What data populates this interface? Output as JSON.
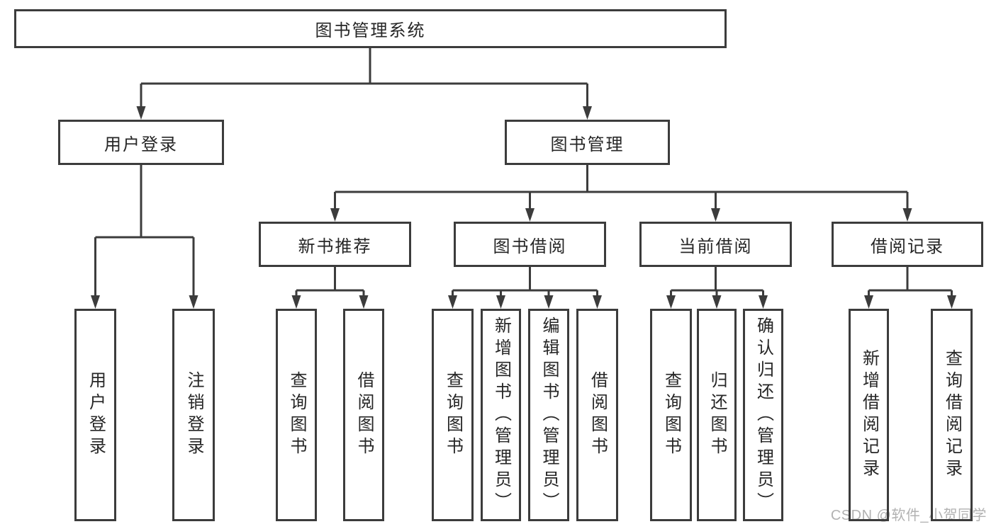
{
  "diagram": {
    "type": "hierarchy-tree",
    "root": {
      "label": "图书管理系统"
    },
    "branches": [
      {
        "label": "用户登录",
        "children": [
          {
            "label": "用户登录"
          },
          {
            "label": "注销登录"
          }
        ]
      },
      {
        "label": "图书管理",
        "children": [
          {
            "label": "新书推荐",
            "children": [
              {
                "label": "查询图书"
              },
              {
                "label": "借阅图书"
              }
            ]
          },
          {
            "label": "图书借阅",
            "children": [
              {
                "label": "查询图书"
              },
              {
                "label": "新增图书（管理员）"
              },
              {
                "label": "编辑图书（管理员）"
              },
              {
                "label": "借阅图书"
              }
            ]
          },
          {
            "label": "当前借阅",
            "children": [
              {
                "label": "查询图书"
              },
              {
                "label": "归还图书"
              },
              {
                "label": "确认归还（管理员）"
              }
            ]
          },
          {
            "label": "借阅记录",
            "children": [
              {
                "label": "新增借阅记录"
              },
              {
                "label": "查询借阅记录"
              }
            ]
          }
        ]
      }
    ]
  },
  "watermark": "CSDN @软件_小贺同学",
  "colors": {
    "line": "#3c3c3c",
    "text": "#262626",
    "watermark": "#b2b2b2",
    "background": "#ffffff"
  }
}
